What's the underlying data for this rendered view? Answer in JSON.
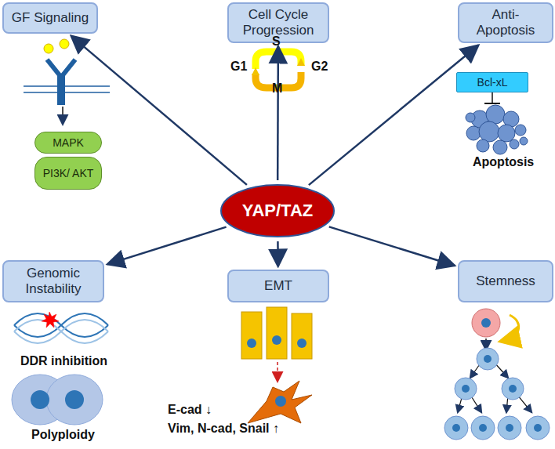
{
  "diagram": {
    "nodes": [
      {
        "text": [
          "GF Signaling"
        ]
      },
      {
        "text": [
          "Cell Cycle Progression"
        ]
      },
      {
        "text": [
          "Anti- Apoptosis"
        ]
      },
      {
        "text": [
          "MAPK"
        ]
      },
      {
        "text": [
          "PI3K/ AKT"
        ]
      },
      {
        "text": [
          "Bcl-xL"
        ]
      },
      {
        "text": [
          "YAP/TAZ"
        ]
      },
      {
        "text": [
          "Genomic Instability"
        ]
      },
      {
        "text": [
          "EMT"
        ]
      },
      {
        "text": [
          "Stemness"
        ]
      }
    ],
    "edges": [
      {
        "from": 6,
        "to": 0,
        "arrow": "to"
      },
      {
        "from": 6,
        "to": 1,
        "arrow": "to"
      },
      {
        "from": 6,
        "to": 2,
        "arrow": "to"
      },
      {
        "from": 6,
        "to": 7,
        "arrow": "to"
      },
      {
        "from": 6,
        "to": 8,
        "arrow": "to"
      },
      {
        "from": 6,
        "to": 9,
        "arrow": "to"
      }
    ],
    "labels": [
      "G1",
      "S",
      "G2",
      "M",
      "Apoptosis",
      "DDR inhibition",
      "Polyploidy",
      "E-cad ↓",
      "Vim, N-cad, Snail ↑"
    ]
  }
}
